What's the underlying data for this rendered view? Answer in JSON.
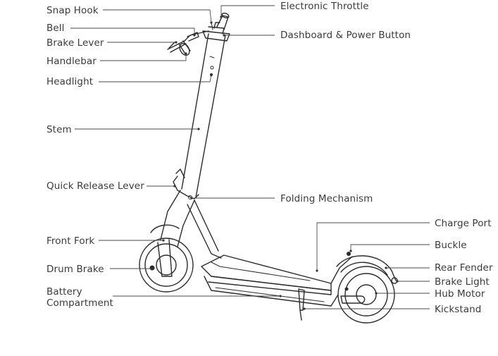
{
  "labels": {
    "snap_hook": "Snap Hook",
    "bell": "Bell",
    "brake_lever": "Brake Lever",
    "handlebar": "Handlebar",
    "headlight": "Headlight",
    "stem": "Stem",
    "quick_release_lever": "Quick Release Lever",
    "front_fork": "Front Fork",
    "drum_brake": "Drum Brake",
    "battery_compartment_line1": "Battery",
    "battery_compartment_line2": "Compartment",
    "electronic_throttle": "Electronic Throttle",
    "dashboard_power_button": "Dashboard & Power Button",
    "folding_mechanism": "Folding Mechanism",
    "charge_port": "Charge Port",
    "buckle": "Buckle",
    "rear_fender": "Rear Fender",
    "brake_light": "Brake Light",
    "hub_motor": "Hub Motor",
    "kickstand": "Kickstand"
  }
}
